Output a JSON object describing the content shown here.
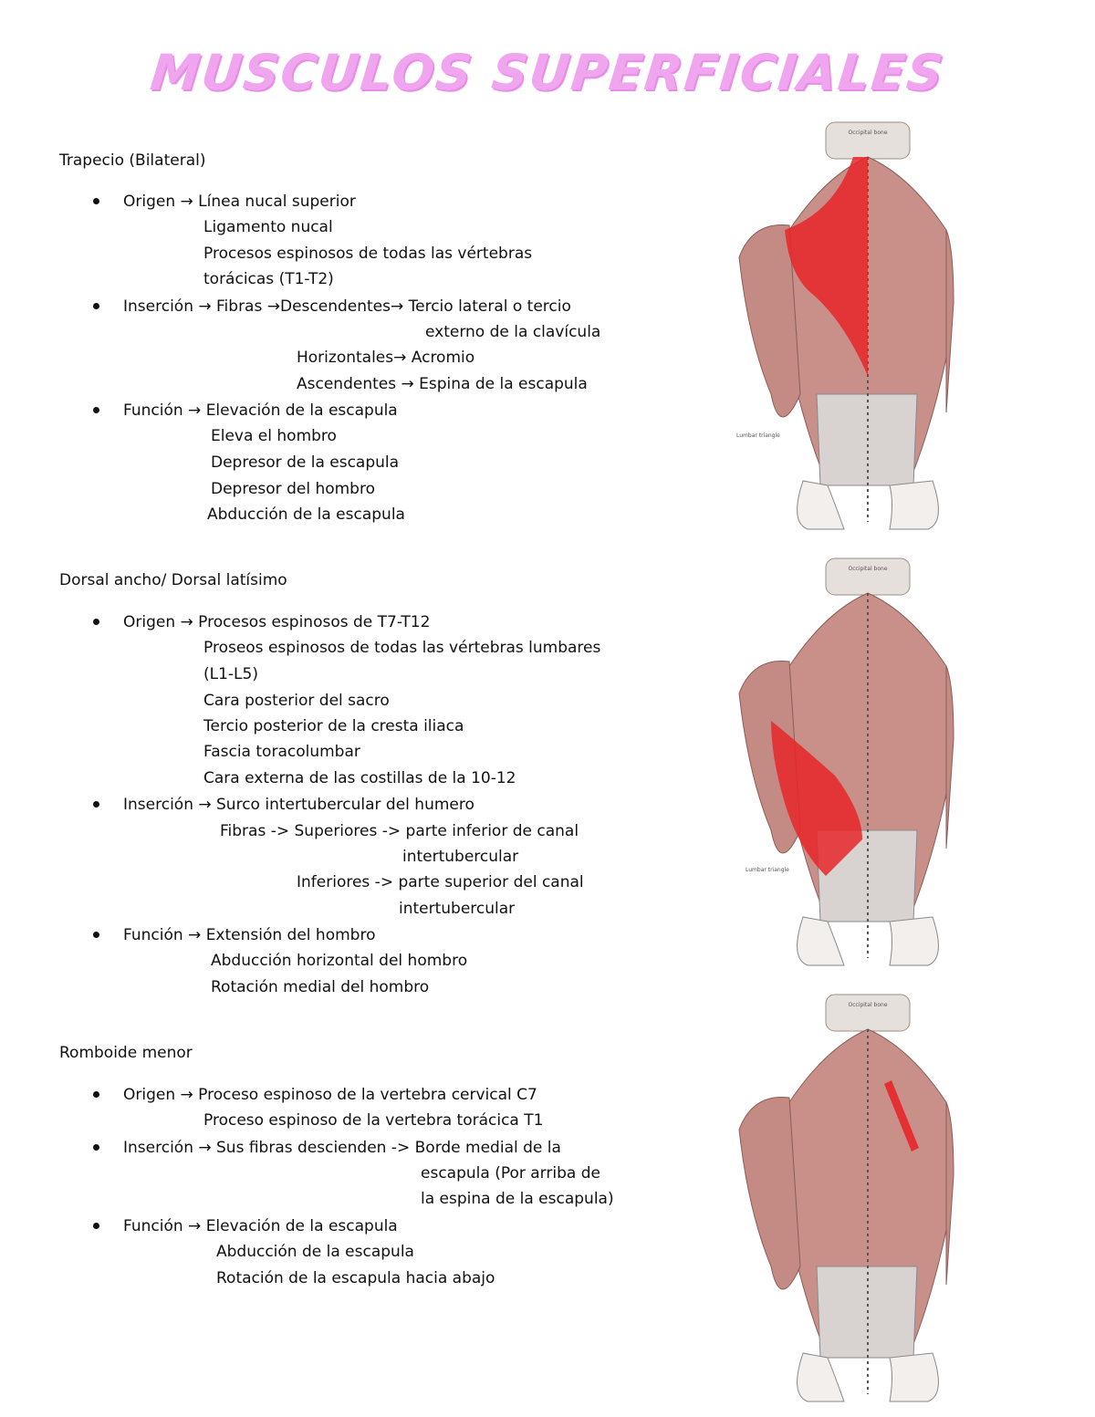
{
  "title": "MUSCULOS SUPERFICIALES",
  "figure_labels": {
    "occipital": "Occipital bone",
    "lumbar": "Lumbar triangle"
  },
  "sections": [
    {
      "heading": "Trapecio (Bilateral)",
      "lines": [
        "Origen → Línea nucal superior",
        "Ligamento nucal",
        "Procesos espinosos de todas las vértebras",
        "torácicas (T1-T2)",
        "Inserción → Fibras →Descendentes→ Tercio lateral o tercio",
        "externo de la clavícula",
        "Horizontales→ Acromio",
        "Ascendentes → Espina de la escapula",
        "Función → Elevación de la escapula",
        "Eleva el hombro",
        "Depresor de la escapula",
        "Depresor del hombro",
        "Abducción de la escapula"
      ]
    },
    {
      "heading": "Dorsal ancho/ Dorsal latísimo",
      "lines": [
        "Origen → Procesos espinosos de T7-T12",
        "Proseos espinosos de todas las vértebras lumbares",
        "(L1-L5)",
        "Cara posterior del sacro",
        "Tercio posterior de la cresta iliaca",
        "Fascia toracolumbar",
        "Cara externa de las costillas de la 10-12",
        "Inserción → Surco intertubercular del humero",
        "Fibras -> Superiores -> parte inferior de canal",
        "intertubercular",
        "Inferiores -> parte superior del canal",
        "intertubercular",
        "Función → Extensión del hombro",
        "Abducción horizontal del hombro",
        "Rotación medial del hombro"
      ]
    },
    {
      "heading": "Romboide menor",
      "lines": [
        "Origen → Proceso espinoso de la vertebra cervical C7",
        "Proceso espinoso de la vertebra torácica T1",
        "Inserción → Sus fibras descienden -> Borde medial de la",
        "escapula (Por arriba de",
        "la espina de la escapula)",
        "Función → Elevación de la escapula",
        "Abducción de la escapula",
        "Rotación de la escapula hacia abajo"
      ]
    }
  ]
}
